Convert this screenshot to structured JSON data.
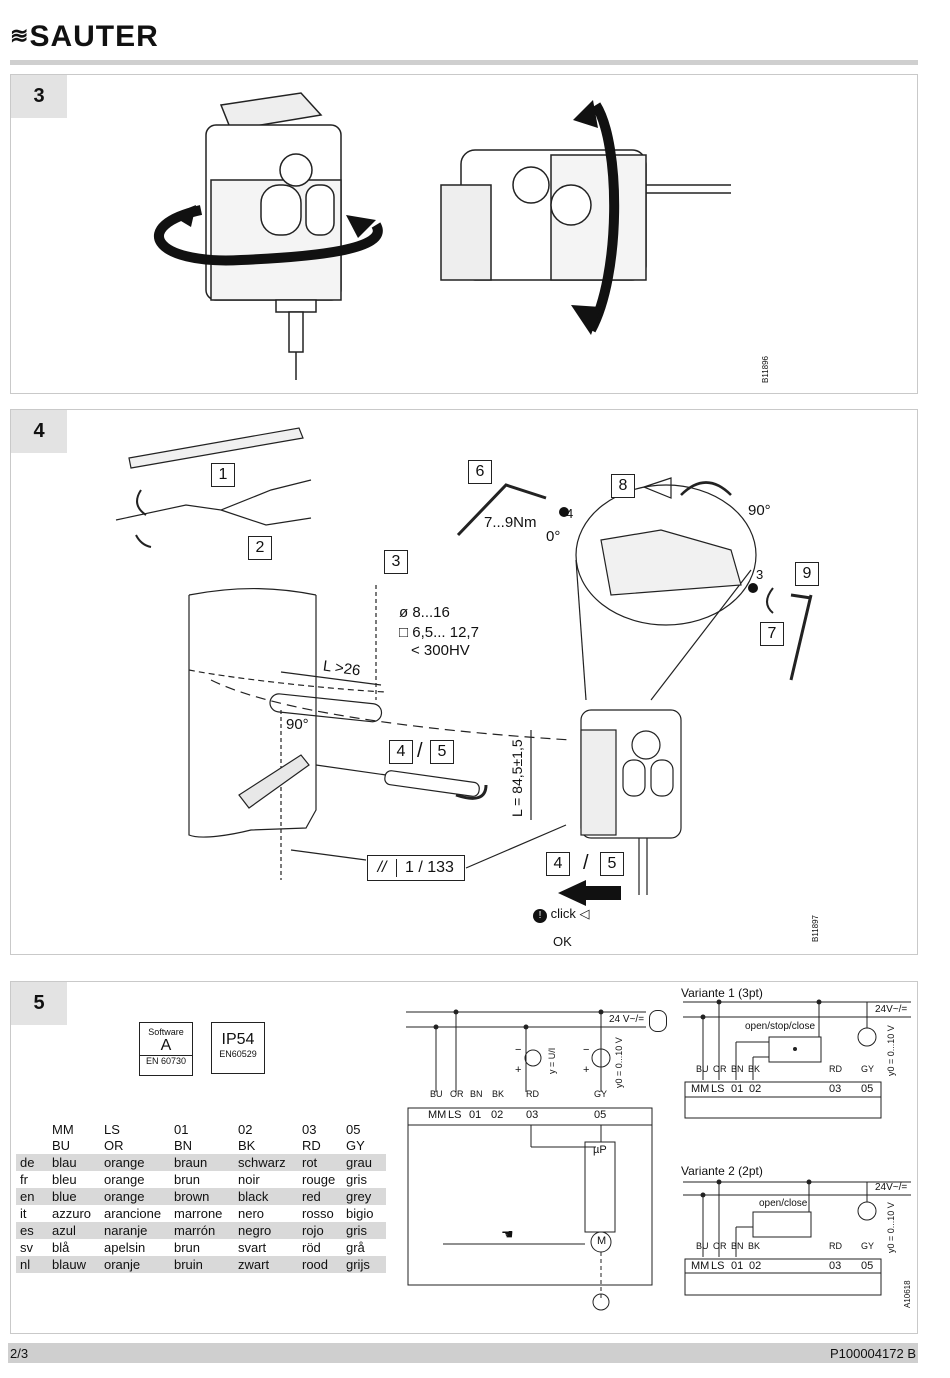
{
  "header": {
    "brand": "SAUTER"
  },
  "sections": {
    "s3": {
      "number": "3",
      "code": "B11896"
    },
    "s4": {
      "number": "4",
      "code": "B11897",
      "steps": {
        "b1": "1",
        "b2": "2",
        "b3": "3",
        "b45": "4",
        "b5": "5",
        "b6": "6",
        "b7": "7",
        "b8": "8",
        "b9": "9",
        "slash": "/",
        "bb4": "4",
        "bb5": "5"
      },
      "torque": "7...9Nm",
      "hex4": "4",
      "hex3": "3",
      "angle0": "0°",
      "angle90a": "90°",
      "angle90b": "90°",
      "spec1": "ø 8...16",
      "spec2": "□ 6,5... 12,7",
      "spec3": "< 300HV",
      "len": "L >26",
      "lval": "L = 84,5±1,5",
      "ratio": "1 / 133",
      "hatch": "//",
      "click": "click",
      "ok": "OK"
    },
    "s5": {
      "number": "5",
      "code": "A10618",
      "software": {
        "label": "Software",
        "class": "A",
        "norm": "EN 60730"
      },
      "ip": {
        "rating": "IP54",
        "norm": "EN60529"
      },
      "wiring": {
        "supply": "24 V~/=",
        "wires": [
          "BU",
          "OR",
          "BN",
          "BK",
          "RD",
          "GY"
        ],
        "terms": [
          "MM",
          "LS",
          "01",
          "02",
          "03",
          "05"
        ],
        "y_ui": "y = U/I",
        "y0": "y0 = 0...10 V",
        "up": "µP",
        "motor": "M",
        "plus": "+",
        "minus": "−"
      },
      "variant1": {
        "title": "Variante 1 (3pt)",
        "switch": "open/stop/close",
        "supply": "24V~/=",
        "y0": "y0 = 0...10 V"
      },
      "variant2": {
        "title": "Variante 2 (2pt)",
        "switch": "open/close",
        "supply": "24V~/=",
        "y0": "y0 = 0...10 V"
      },
      "table": {
        "headers": [
          [
            "MM",
            "BU"
          ],
          [
            "LS",
            "OR"
          ],
          [
            "01",
            "BN"
          ],
          [
            "02",
            "BK"
          ],
          [
            "03",
            "RD"
          ],
          [
            "05",
            "GY"
          ]
        ],
        "rows": [
          {
            "lang": "de",
            "vals": [
              "blau",
              "orange",
              "braun",
              "schwarz",
              "rot",
              "grau"
            ]
          },
          {
            "lang": "fr",
            "vals": [
              "bleu",
              "orange",
              "brun",
              "noir",
              "rouge",
              "gris"
            ]
          },
          {
            "lang": "en",
            "vals": [
              "blue",
              "orange",
              "brown",
              "black",
              "red",
              "grey"
            ]
          },
          {
            "lang": "it",
            "vals": [
              "azzuro",
              "arancione",
              "marrone",
              "nero",
              "rosso",
              "bigio"
            ]
          },
          {
            "lang": "es",
            "vals": [
              "azul",
              "naranje",
              "marrón",
              "negro",
              "rojo",
              "gris"
            ]
          },
          {
            "lang": "sv",
            "vals": [
              "blå",
              "apelsin",
              "brun",
              "svart",
              "röd",
              "grå"
            ]
          },
          {
            "lang": "nl",
            "vals": [
              "blauw",
              "oranje",
              "bruin",
              "zwart",
              "rood",
              "grijs"
            ]
          }
        ]
      }
    }
  },
  "footer": {
    "page": "2/3",
    "doc": "P100004172 B"
  }
}
